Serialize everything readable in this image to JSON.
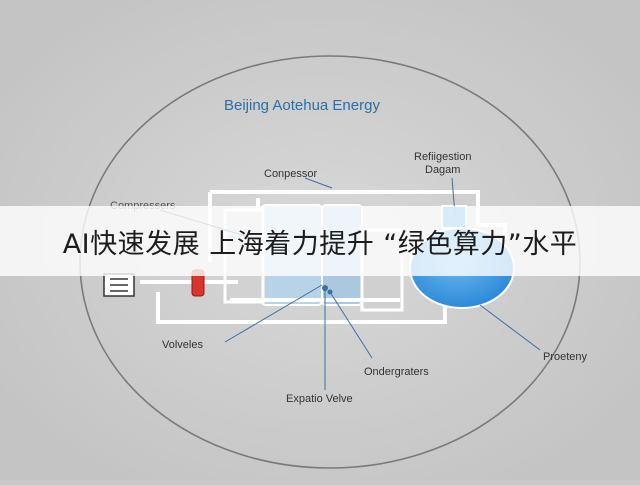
{
  "diagram": {
    "title": "Beijing Aotehua Energy",
    "labels": {
      "compressors": "Compressers",
      "compressor": "Conpessor",
      "refrigeration_line1": "Refiigestion",
      "refrigeration_line2": "Dagam",
      "valves": "Volveles",
      "condensers": "Ondergraters",
      "property": "Proeteny",
      "expansion_valve": "Expatio Velve"
    }
  },
  "overlay": {
    "headline": "AI快速发展 上海着力提升 “绿色算力”水平"
  },
  "colors": {
    "background": "#c9c9c9",
    "title": "#2d6fa6",
    "tank": "#3b9be0",
    "leader_line": "#3f6f9e",
    "pipe": "#ffffff"
  }
}
